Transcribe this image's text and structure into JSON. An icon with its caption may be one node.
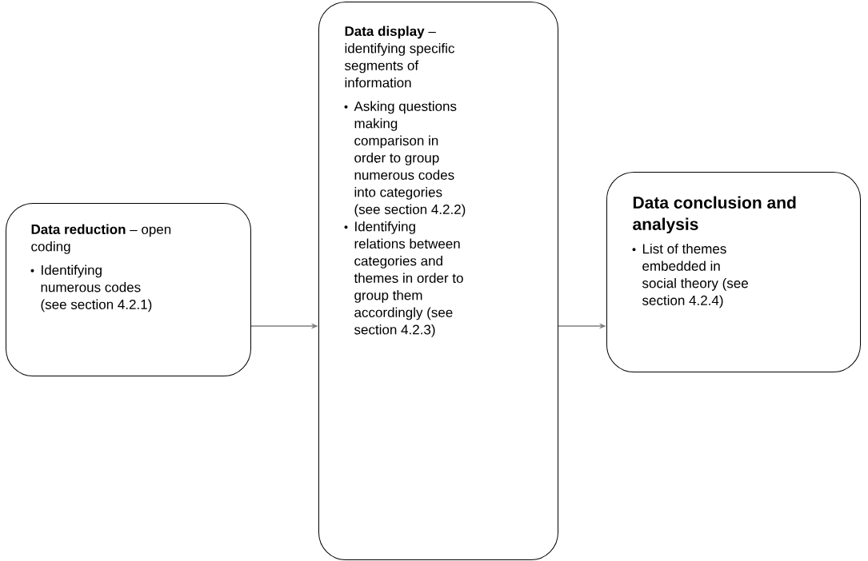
{
  "diagram": {
    "nodes": [
      {
        "text": [
          "**Data reduction** – open coding",
          "Identifying numerous codes (see section 4.2.1)"
        ]
      },
      {
        "text": [
          "**Data display** – identifying specific segments of information",
          "Asking questions making comparison in order to group numerous codes into categories (see section 4.2.2)",
          "Identifying relations between categories and themes in order to group them accordingly (see section 4.2.3)"
        ]
      },
      {
        "text": [
          "Data conclusion and analysis",
          "List of themes embedded in social theory (see section 4.2.4)"
        ]
      }
    ],
    "edges": [
      {
        "from": 0,
        "to": 1,
        "arrow": "to"
      },
      {
        "from": 1,
        "to": 2,
        "arrow": "to"
      }
    ]
  }
}
